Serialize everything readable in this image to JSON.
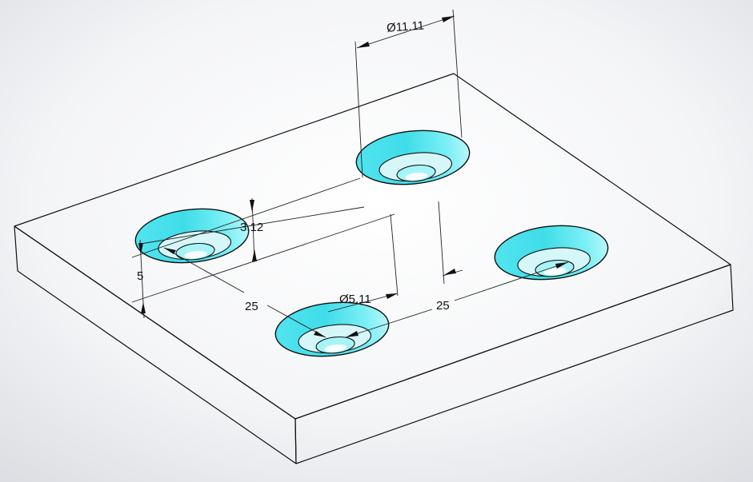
{
  "dimensions": {
    "hole_diameter_outer": "Ø11.11",
    "hole_diameter_inner": "Ø5.11",
    "countersink_depth": "3.12",
    "plate_thickness": "5",
    "spacing_left": "25",
    "spacing_right": "25"
  },
  "colors": {
    "background_center": "#ffffff",
    "background_edge": "#d9dbe0",
    "top_face": "#e6e7f4",
    "front_face": "#a6a8b2",
    "left_face": "#6f727c",
    "hole_wall": "#43e3ee",
    "hole_wall_light": "#a6f4f8",
    "hole_floor": "#d6f7fa",
    "edge": "#111111"
  }
}
